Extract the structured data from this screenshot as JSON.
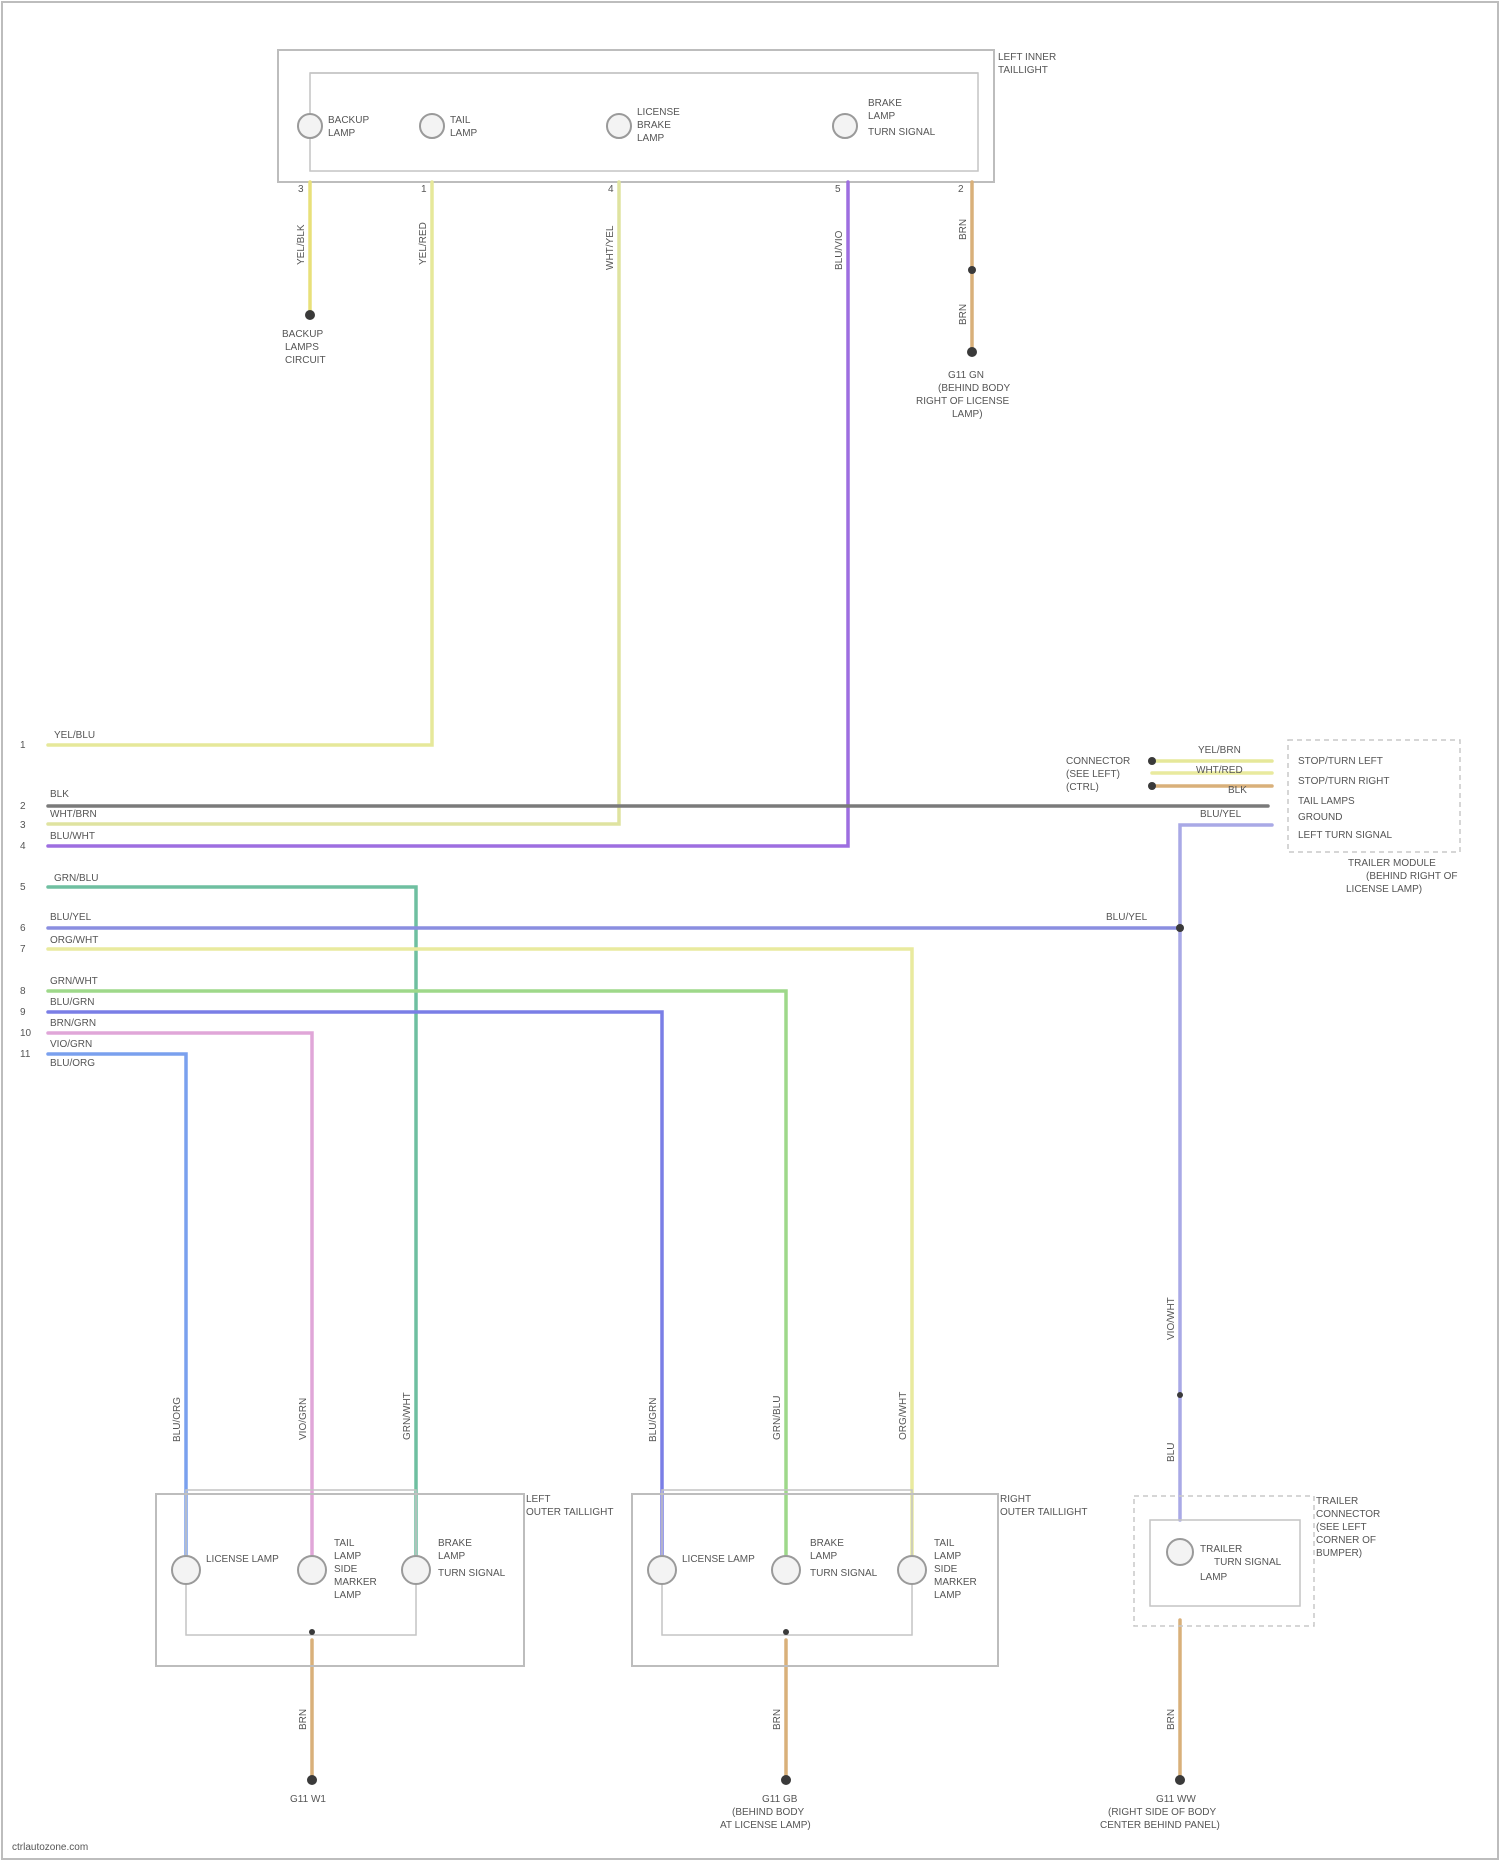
{
  "colors": {
    "yel_blk": "#e8e07a",
    "yel_red": "#e6e89a",
    "wht_yel": "#dfe3a0",
    "blu_vio": "#9d6ee0",
    "grn_wht": "#6fbfa0",
    "blu_yel": "#8a8ee0",
    "org_wht": "#e9ea9e",
    "grn_blu": "#9ed88a",
    "blu_grn": "#7a7ee6",
    "vio_grn": "#e0a6d8",
    "blu_org": "#7aa0ee",
    "blk": "#7a7a7a",
    "brn": "#d9b07a",
    "vio_wht": "#a9a9e6",
    "gnd": "#3a3a3a",
    "frame": "#bdbdbd"
  },
  "top_tail_assembly": {
    "title_line1": "LEFT INNER",
    "title_line2": "TAILLIGHT",
    "lamps": [
      {
        "id": "backup-lamp",
        "line1": "BACKUP",
        "line2": "LAMP"
      },
      {
        "id": "tail-lamp",
        "line1": "TAIL",
        "line2": "LAMP"
      },
      {
        "id": "license-brake-lamp",
        "line1": "LICENSE",
        "line2": "BRAKE",
        "line3": "LAMP"
      },
      {
        "id": "brake-turn-lamp",
        "line1": "BRAKE",
        "line2": "LAMP",
        "line3": "TURN SIGNAL"
      }
    ],
    "pins": [
      "3",
      "1",
      "4",
      "5",
      "2"
    ],
    "wires": [
      "YEL/BLK",
      "YEL/RED",
      "WHT/YEL",
      "BLU/VIO",
      "BRN",
      "BRN"
    ]
  },
  "backup_circuit": {
    "line1": "BACKUP",
    "line2": "LAMPS",
    "line3": "CIRCUIT"
  },
  "top_ground": {
    "line1": "G11 GN",
    "line2": "(BEHIND BODY",
    "line3": "RIGHT OF LICENSE",
    "line4": "LAMP)"
  },
  "left_harness": {
    "pins": [
      "1",
      "2",
      "3",
      "4",
      "5",
      "6",
      "7",
      "8",
      "9",
      "10",
      "11"
    ],
    "labels": [
      "YEL/BLU",
      "BLK",
      "WHT/BRN",
      "BLU/WHT",
      "GRN/BLU",
      "BLU/YEL",
      "ORG/WHT",
      "GRN/WHT",
      "BLU/GRN",
      "BRN/GRN",
      "VIO/GRN",
      "BLU/ORG"
    ]
  },
  "module": {
    "title_line1": "TRAILER MODULE",
    "title_line2": "(BEHIND RIGHT OF",
    "title_line3": "LICENSE LAMP)",
    "left_labels": [
      "CONNECTOR",
      "(SEE LEFT)",
      "(CTRL)"
    ],
    "wire_labels": [
      "YEL/BRN",
      "WHT/RED",
      "BLK",
      "BLU/YEL"
    ],
    "pin_labels": [
      "STOP/TURN LEFT",
      "STOP/TURN RIGHT",
      "TAIL LAMPS",
      "GROUND",
      "LEFT TURN SIGNAL"
    ],
    "bus_label": "BLU/YEL"
  },
  "left_outer": {
    "title_line1": "LEFT",
    "title_line2": "OUTER TAILLIGHT",
    "lamp_a": {
      "line1": "LICENSE LAMP"
    },
    "lamp_b": {
      "line1": "TAIL",
      "line2": "LAMP",
      "line3": "SIDE",
      "line4": "MARKER",
      "line5": "LAMP"
    },
    "lamp_c": {
      "line1": "BRAKE",
      "line2": "LAMP",
      "line3": "TURN SIGNAL"
    },
    "wires": [
      "BLU/ORG",
      "VIO/GRN",
      "GRN/WHT",
      "BRN"
    ]
  },
  "right_outer": {
    "title_line1": "RIGHT",
    "title_line2": "OUTER TAILLIGHT",
    "lamp_a": {
      "line1": "LICENSE LAMP"
    },
    "lamp_b": {
      "line1": "BRAKE",
      "line2": "LAMP",
      "line3": "TURN SIGNAL"
    },
    "lamp_c": {
      "line1": "TAIL",
      "line2": "LAMP",
      "line3": "SIDE",
      "line4": "MARKER",
      "line5": "LAMP"
    },
    "wires": [
      "BLU/GRN",
      "GRN/BLU",
      "ORG/WHT",
      "BRN"
    ]
  },
  "third_assembly": {
    "title_lines": [
      "TRAILER",
      "CONNECTOR",
      "(SEE LEFT",
      "CORNER OF",
      "BUMPER)"
    ],
    "lamp": {
      "line1": "TRAILER",
      "line2": "TURN SIGNAL",
      "line3": "LAMP"
    },
    "wires": [
      "VIO/WHT",
      "BLU",
      "BRN"
    ]
  },
  "bottom_grounds": [
    {
      "line1": "G11 W1"
    },
    {
      "line1": "G11 GB",
      "line2": "(BEHIND BODY",
      "line3": "AT LICENSE LAMP)"
    },
    {
      "line1": "G11 WW",
      "line2": "(RIGHT SIDE OF BODY",
      "line3": "CENTER BEHIND PANEL)"
    }
  ],
  "footer": "ctrlautozone.com"
}
